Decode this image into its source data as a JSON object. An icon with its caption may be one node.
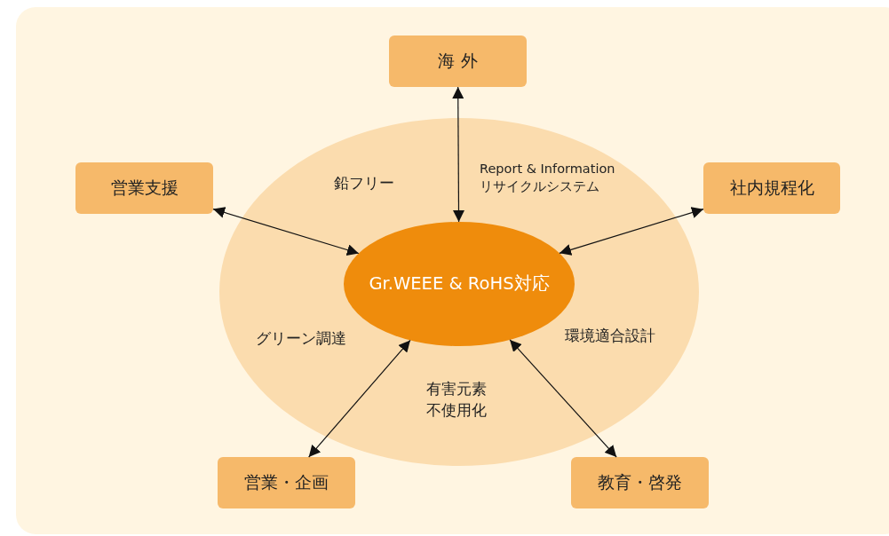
{
  "diagram": {
    "nodes": [
      {
        "text": [
          "鉛フリー",
          "Report & Information リサイクルシステム",
          "グリーン調達",
          "環境適合設計",
          "有害元素不使用化"
        ]
      },
      {
        "text": [
          "Gr.WEEE & RoHS対応"
        ],
        "in": 0
      },
      {
        "text": [
          "海 外"
        ]
      },
      {
        "text": [
          "営業支援"
        ]
      },
      {
        "text": [
          "社内規程化"
        ]
      },
      {
        "text": [
          "営業・企画"
        ]
      },
      {
        "text": [
          "教育・啓発"
        ]
      }
    ],
    "edges": [
      {
        "from": 2,
        "to": 1,
        "arrow": "both"
      },
      {
        "from": 3,
        "to": 1,
        "arrow": "both"
      },
      {
        "from": 4,
        "to": 1,
        "arrow": "both"
      },
      {
        "from": 5,
        "to": 1,
        "arrow": "both"
      },
      {
        "from": 6,
        "to": 1,
        "arrow": "both"
      }
    ]
  }
}
